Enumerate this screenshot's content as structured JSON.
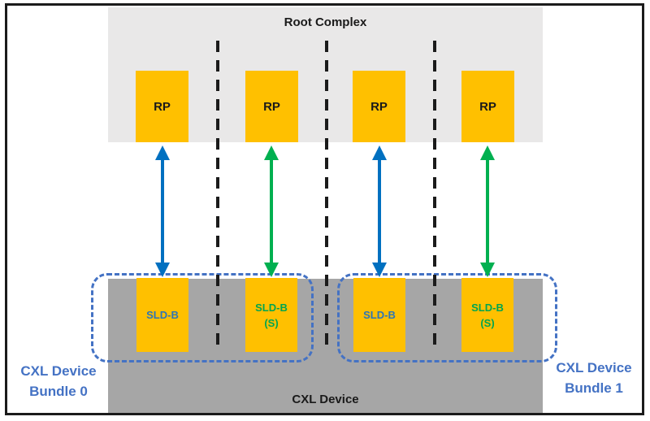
{
  "diagram": {
    "root_complex": {
      "label": "Root Complex"
    },
    "root_ports": [
      {
        "label": "RP"
      },
      {
        "label": "RP"
      },
      {
        "label": "RP"
      },
      {
        "label": "RP"
      }
    ],
    "sld_blocks": [
      {
        "label": "SLD-B",
        "suffix": "",
        "text_color": "#2e75b6"
      },
      {
        "label": "SLD-B",
        "suffix": "(S)",
        "text_color": "#00a550"
      },
      {
        "label": "SLD-B",
        "suffix": "",
        "text_color": "#2e75b6"
      },
      {
        "label": "SLD-B",
        "suffix": "(S)",
        "text_color": "#00a550"
      }
    ],
    "cxl_device": {
      "label": "CXL Device"
    },
    "bundles": [
      {
        "line1": "CXL Device",
        "line2": "Bundle 0"
      },
      {
        "line1": "CXL Device",
        "line2": "Bundle 1"
      }
    ],
    "links": [
      {
        "from": "RP 0",
        "to": "SLD-B 0",
        "color": "#0070c0",
        "style": "double-arrow"
      },
      {
        "from": "RP 1",
        "to": "SLD-B (S) 1",
        "color": "#00b050",
        "style": "double-arrow"
      },
      {
        "from": "RP 2",
        "to": "SLD-B 2",
        "color": "#0070c0",
        "style": "double-arrow"
      },
      {
        "from": "RP 3",
        "to": "SLD-B (S) 3",
        "color": "#00b050",
        "style": "double-arrow"
      }
    ],
    "colors": {
      "box_yellow": "#ffc000",
      "root_complex_gray": "#e9e8e8",
      "device_gray": "#a6a6a6",
      "arrow_blue": "#0070c0",
      "arrow_green": "#00b050",
      "bundle_blue": "#4472c4",
      "divider_black": "#1b1b1b"
    }
  }
}
